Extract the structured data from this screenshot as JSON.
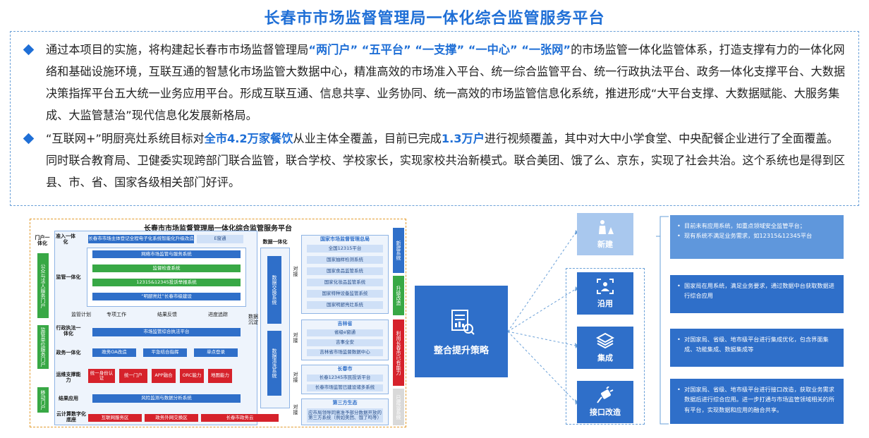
{
  "title": "长春市市场监督管理局一体化综合监管服务平台",
  "bullets": [
    {
      "segments": [
        {
          "t": "通过本项目的实施，将构建起长春市市场监督管理局",
          "hl": false
        },
        {
          "t": "“两门户” “五平台” “一支撑” “一中心” “一张网”",
          "hl": true
        },
        {
          "t": "的市场监管一体化监管体系，打造支撑有力的一体化网络和基础设施环境，互联互通的智慧化市场监管大数据中心，精准高效的市场准入平台、统一综合监管平台、统一行政执法平台、政务一体化支撑平台、大数据决策指挥平台五大统一业务应用平台。形成互联互通、信息共享、业务协同、统一高效的市场监管信息化系统，推进形成“大平台支撑、大数据赋能、大服务集成、大监管慧治”现代信息化发展新格局。",
          "hl": false
        }
      ]
    },
    {
      "segments": [
        {
          "t": "“互联网+”明厨亮灶系统目标对",
          "hl": false
        },
        {
          "t": "全市4.2万家餐饮",
          "hl": true
        },
        {
          "t": "从业主体全覆盖，目前已完成",
          "hl": false
        },
        {
          "t": "1.3万户",
          "hl": true
        },
        {
          "t": "进行视频覆盖，其中对大中小学食堂、中央配餐企业进行了全面覆盖。同时联合教育局、卫健委实现跨部门联合监管，联合学校、学校家长，实现家校共治新模式。联合美团、饿了么、京东，实现了社会共治。这个系统也是得到区县、市、省、国家各级相关部门好评。",
          "hl": false
        }
      ]
    }
  ],
  "diagram": {
    "title": "长春市市场监督管理局一体化综合监管服务平台",
    "left_labels": {
      "portal": "门户一体化",
      "public_portal": "公众与法人服务门户",
      "supervision_portal": "监管单位服务门户",
      "mobile_portal": "移动门户"
    },
    "rows": {
      "access": {
        "label": "准入一体化",
        "main": "长春市市场主体登记全程电子化系统智能化升级改造",
        "side": "E窗通"
      },
      "supervision": {
        "label": "监管一体化",
        "items": [
          "网络市场监管与服务系统",
          "监督检查系统",
          "12315&12345投诉举报系统",
          "“明厨亮灶”长春市级建设"
        ]
      },
      "flow": [
        "监管计划",
        "专项工作",
        "结果反馈",
        "进度追踪"
      ],
      "enforcement": {
        "label": "行政执法一体化",
        "main": "市场监管综合执法平台"
      },
      "gov": {
        "label": "政务一体化",
        "items": [
          "政务OA改造",
          "平急结合指挥",
          "单点登录"
        ]
      },
      "ops": {
        "label": "运维支撑能力",
        "items": [
          "统一身份认证",
          "统一门户",
          "APP融合",
          "ORC能力",
          "地图能力"
        ]
      },
      "result": {
        "label": "结果应用",
        "main": "风险监测与数据分析系统"
      },
      "cloud": {
        "label": "云计算数字化底座",
        "items": [
          "互联网服务区",
          "政务外网交换区",
          "长春市政务云"
        ]
      }
    },
    "middle": {
      "data_integration": "数据一体化",
      "exchange": "数据交换系统",
      "cleaning": "数据清洗系统",
      "sink": "数据沉淀",
      "dock": "对接"
    },
    "right_groups": [
      {
        "title": "国家市场监督管理总局",
        "items": [
          "全国12315平台",
          "国家抽样检测系统",
          "国家食品监管系统",
          "国家化妆品监管系统",
          "国家特种设备监管系统",
          "国家明厨亮灶系统"
        ],
        "tag": "新建系统"
      },
      {
        "title": "吉林省",
        "items": [
          "省级e窗通",
          "吉事全安",
          "吉林省市场监督数据中心"
        ],
        "tag": "升级改造"
      },
      {
        "title": "长春市",
        "items": [
          "长春12345市民投诉平台",
          "长春市场监管已建设诸多系统"
        ],
        "tag": "利用长春市已有能力"
      },
      {
        "title": "第三方生态",
        "items": [
          "应市局领导同意准予部分数据开放的第三方系统（例如美团、饿了吗等）"
        ],
        "tag": "已建设系统"
      }
    ]
  },
  "strategy": {
    "label": "整合提升策略"
  },
  "categories": [
    {
      "label": "新建",
      "icon": "worker-icon",
      "faded": true
    },
    {
      "label": "沿用",
      "icon": "reuse-icon",
      "faded": false
    },
    {
      "label": "集成",
      "icon": "stack-icon",
      "faded": false
    },
    {
      "label": "接口改造",
      "icon": "plug-icon",
      "faded": false
    }
  ],
  "descriptions": [
    {
      "lines": [
        "目前未有应用系统，如重点领域安全监管平台；",
        "现有系统不满足业务需求，如12315&12345平台"
      ],
      "faded": true
    },
    {
      "lines": [
        "国家局在用系统，满足业务要求，通过数据中台获取数据进行综合应用"
      ],
      "faded": false
    },
    {
      "lines": [
        "对国家局、省级、地市级平台进行集成优化，包含界面集成、功能集成、数据集成等"
      ],
      "faded": false
    },
    {
      "lines": [
        "对国家局、省级、地市级平台进行接口改造，获取业务需求数据后进行综合应用。进一步打通与市场监管领域相关的所有平台，实现数据和应用的融合共享。"
      ],
      "faded": false
    }
  ],
  "colors": {
    "accent": "#1f6fd6",
    "box_blue": "#2f6fc9",
    "green": "#38a845",
    "red": "#d6222b"
  }
}
